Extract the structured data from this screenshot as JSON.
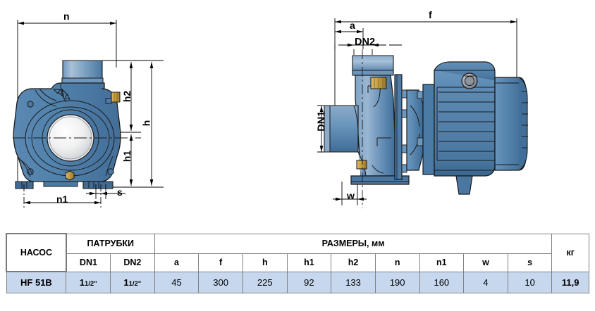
{
  "document": {
    "kind": "pump-dimension-datasheet",
    "model": "HF 51B"
  },
  "drawings": {
    "front_view": {
      "name": "pump-front-view",
      "dimension_labels": [
        "n",
        "h2",
        "h",
        "h1",
        "n1",
        "s"
      ]
    },
    "side_view": {
      "name": "pump-side-view",
      "dimension_labels": [
        "f",
        "a",
        "DN2",
        "DN1",
        "w"
      ]
    },
    "colors": {
      "body_blue": "#5183ad",
      "body_blue_dark": "#3d6c96",
      "body_blue_light": "#9bb4d0",
      "highlight": "#b9cde3",
      "brass": "#c9a34e",
      "outline": "#1a1a1a",
      "bore_light": "#f2f2f2"
    }
  },
  "table": {
    "headers": {
      "pump": "НАСОС",
      "ports_group": "ПАТРУБКИ",
      "dims_group": "РАЗМЕРЫ, мм",
      "weight": "кг",
      "dn1": "DN1",
      "dn2": "DN2",
      "a": "a",
      "f": "f",
      "h": "h",
      "h1": "h1",
      "h2": "h2",
      "n": "n",
      "n1": "n1",
      "w": "w",
      "s": "s"
    },
    "rows": [
      {
        "pump": "HF 51B",
        "dn1_whole": "1",
        "dn1_frac": "1/2\"",
        "dn2_whole": "1",
        "dn2_frac": "1/2\"",
        "a": "45",
        "f": "300",
        "h": "225",
        "h1": "92",
        "h2": "133",
        "n": "190",
        "n1": "160",
        "w": "4",
        "s": "10",
        "weight": "11,9"
      }
    ],
    "row_fill": "#c7d8ee",
    "border_color": "#808080"
  },
  "dim_labels": {
    "n": "n",
    "n1": "n1",
    "s": "s",
    "h": "h",
    "h1": "h1",
    "h2": "h2",
    "f": "f",
    "a": "a",
    "dn1": "DN1",
    "dn2": "DN2",
    "w": "w"
  }
}
